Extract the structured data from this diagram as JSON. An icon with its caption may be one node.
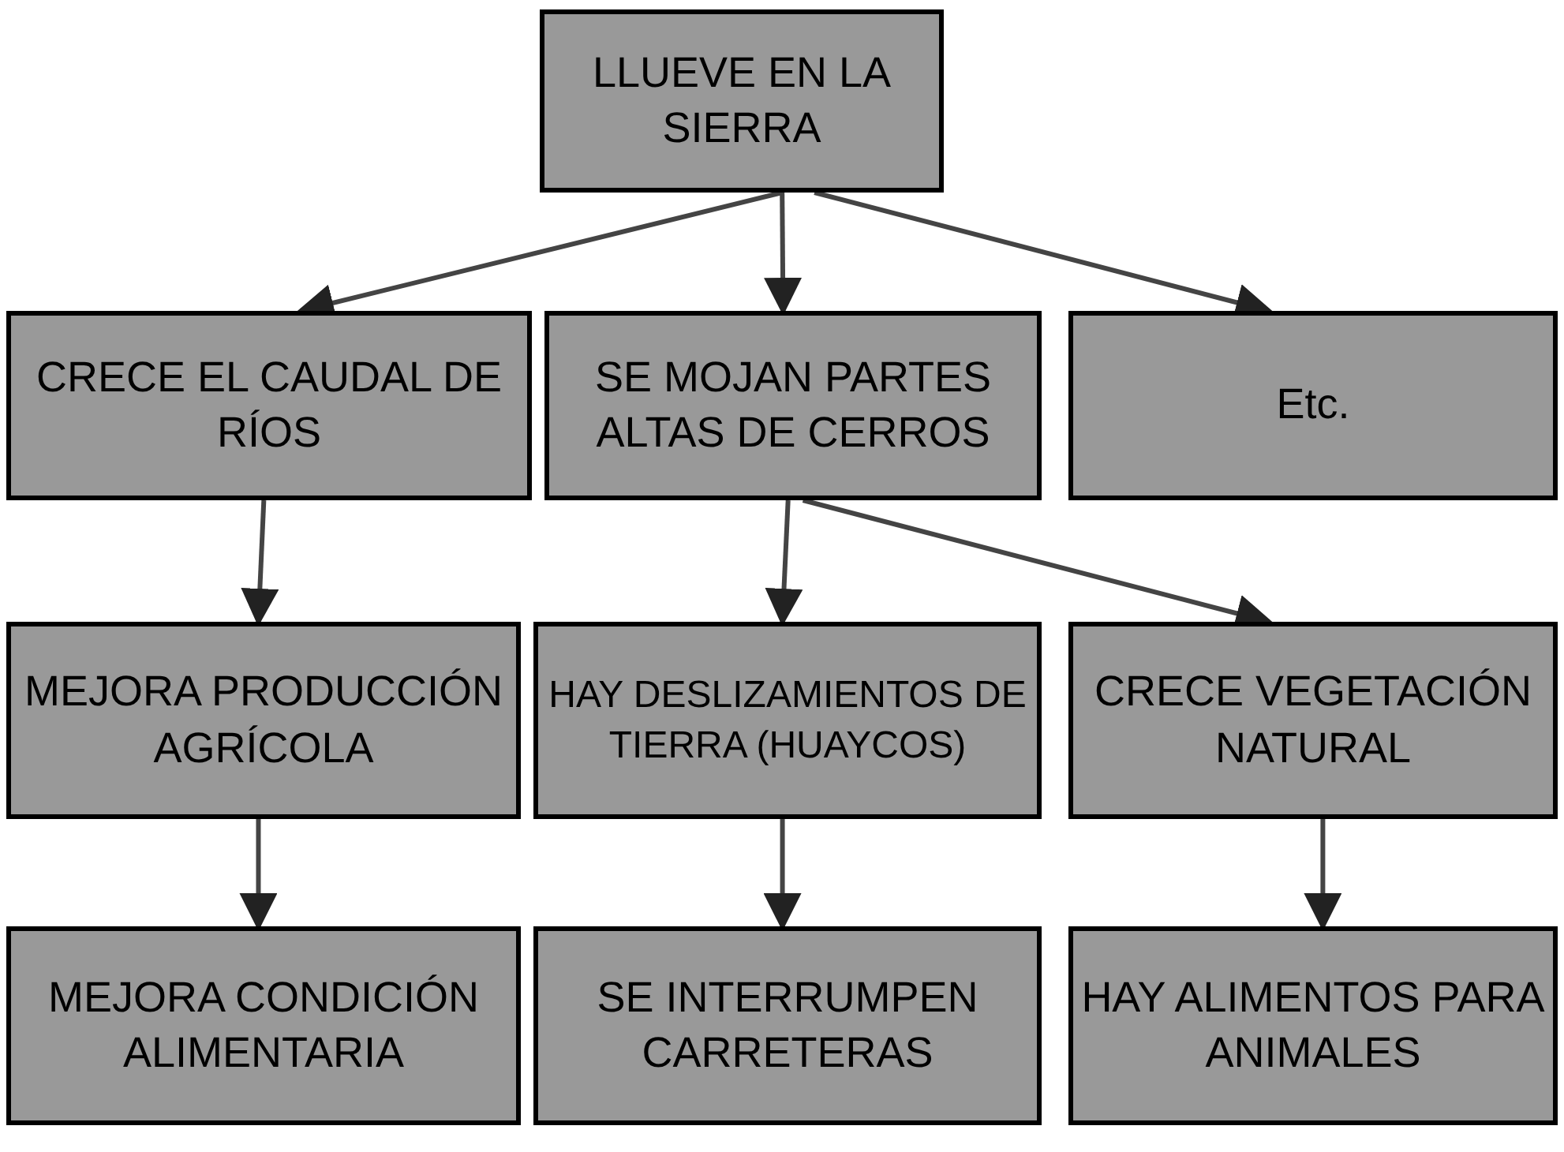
{
  "diagram": {
    "nodes": [
      {
        "text": [
          "LLUEVE EN LA SIERRA"
        ]
      },
      {
        "text": [
          "CRECE EL CAUDAL DE RÍOS"
        ]
      },
      {
        "text": [
          "SE MOJAN PARTES ALTAS DE CERROS"
        ]
      },
      {
        "text": [
          "Etc."
        ]
      },
      {
        "text": [
          "MEJORA PRODUCCIÓN AGRÍCOLA"
        ]
      },
      {
        "text": [
          "HAY DESLIZAMIENTOS DE TIERRA (HUAYCOS)"
        ]
      },
      {
        "text": [
          "CRECE VEGETACIÓN NATURAL"
        ]
      },
      {
        "text": [
          "MEJORA CONDICIÓN ALIMENTARIA"
        ]
      },
      {
        "text": [
          "SE INTERRUMPEN CARRETERAS"
        ]
      },
      {
        "text": [
          "HAY ALIMENTOS PARA ANIMALES"
        ]
      }
    ],
    "edges": [
      {
        "from": 0,
        "to": 1,
        "arrow": "to"
      },
      {
        "from": 0,
        "to": 2,
        "arrow": "to"
      },
      {
        "from": 0,
        "to": 3,
        "arrow": "to"
      },
      {
        "from": 1,
        "to": 4,
        "arrow": "to"
      },
      {
        "from": 2,
        "to": 5,
        "arrow": "to"
      },
      {
        "from": 2,
        "to": 6,
        "arrow": "to"
      },
      {
        "from": 4,
        "to": 7,
        "arrow": "to"
      },
      {
        "from": 5,
        "to": 8,
        "arrow": "to"
      },
      {
        "from": 6,
        "to": 9,
        "arrow": "to"
      }
    ]
  }
}
